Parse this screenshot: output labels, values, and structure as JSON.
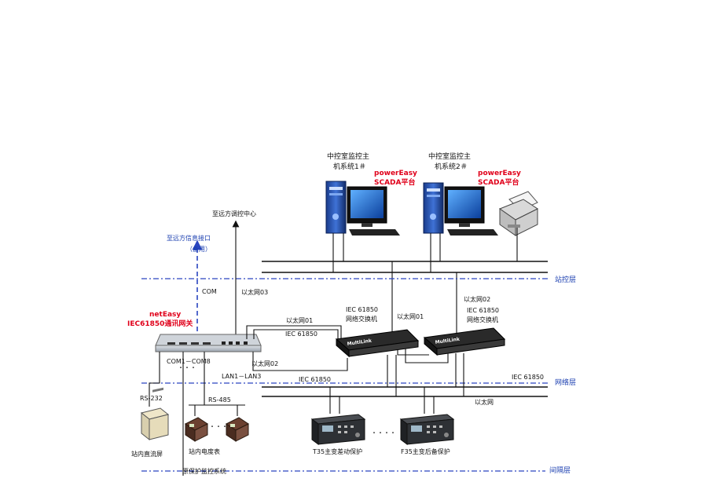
{
  "hosts": [
    {
      "title_line1": "中控室监控主",
      "title_line2": "机系统1＃",
      "platform_line1": "powerEasy",
      "platform_line2": "SCADA平台"
    },
    {
      "title_line1": "中控室监控主",
      "title_line2": "机系统2＃",
      "platform_line1": "powerEasy",
      "platform_line2": "SCADA平台"
    }
  ],
  "remote": {
    "control_center": "至远方调控中心",
    "info_interface": "至远方信息接口",
    "backup": "（备用）"
  },
  "gateway": {
    "name": "netEasy",
    "title": "IEC61850通讯网关",
    "com_label": "COM",
    "ports_label": "COM1－COM8",
    "dots": "・・・",
    "lan_label": "LAN1－LAN3"
  },
  "links": {
    "eth03": "以太网03",
    "eth001": "以太网01",
    "iec1": "IEC 61850",
    "eth01": "以太网01",
    "eth02_top": "以太网02",
    "eth02_low": "以太网02",
    "iec_net_left": "IEC 61850",
    "iec_net_right": "IEC 61850",
    "ethernet": "以太网",
    "rs232": "RS-232",
    "rs485": "RS-485"
  },
  "switches": [
    {
      "line1": "IEC 61850",
      "line2": "网络交换机",
      "brand": "MultiLink"
    },
    {
      "line1": "IEC 61850",
      "line2": "网络交换机",
      "brand": "MultiLink"
    }
  ],
  "layers": {
    "station": "站控层",
    "network": "网络层",
    "bay": "间隔层"
  },
  "devices": {
    "dc_screen": "站内直流屏",
    "meters": "站内电度表",
    "meter_dots": "・・・・",
    "t35": "T35主变差动保护",
    "relay_dots": "・・・・",
    "f35": "F35主变后备保护",
    "protection_system": "原保护监控系统"
  }
}
